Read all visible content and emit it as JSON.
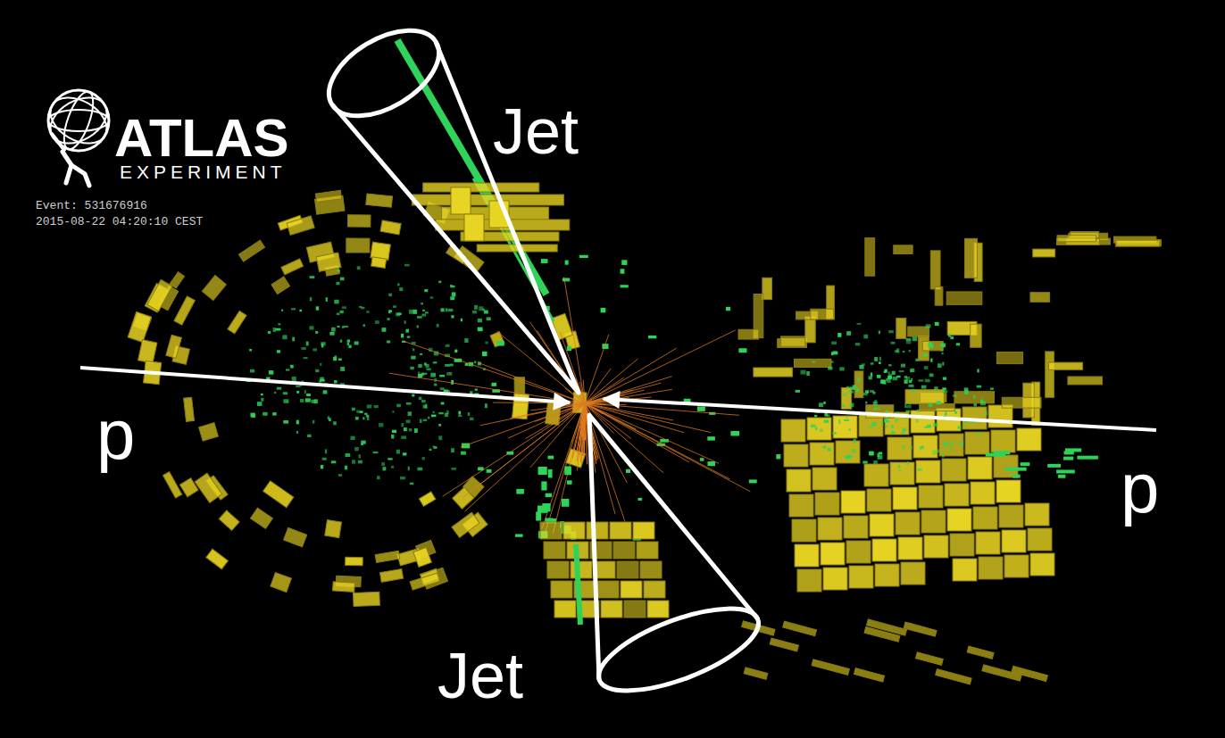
{
  "diagram": {
    "labels": [
      "ATLAS",
      "EXPERIMENT",
      "Event: 531676916",
      "2015-08-22 04:20:10 CEST",
      "Jet",
      "p",
      "p",
      "Jet"
    ]
  }
}
